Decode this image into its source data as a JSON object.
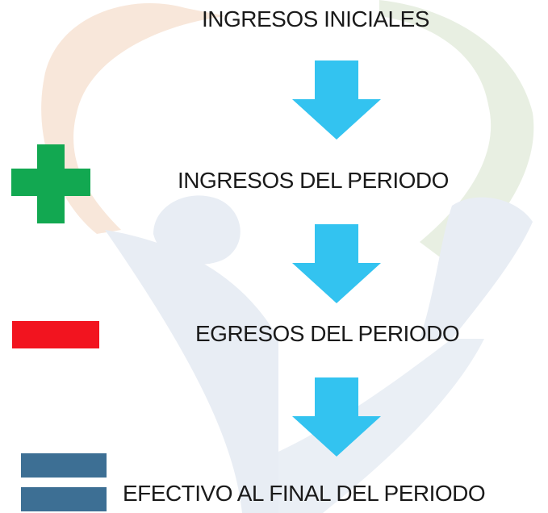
{
  "steps": {
    "initial_label": "INGRESOS INICIALES",
    "income_label": "INGRESOS DEL PERIODO",
    "expense_label": "EGRESOS DEL PERIODO",
    "final_label": "EFECTIVO AL FINAL DEL PERIODO"
  },
  "colors": {
    "arrow": "#33c3f0",
    "plus": "#12a851",
    "minus": "#f2141f",
    "equals": "#3d6f94",
    "watermark_warm": "#f7e4d6",
    "watermark_green": "#e6eee0",
    "watermark_blue": "#e6ecf3"
  },
  "icons": {
    "plus": "plus-sign-icon",
    "minus": "minus-sign-icon",
    "equals": "equals-sign-icon",
    "arrow": "arrow-down-icon"
  }
}
